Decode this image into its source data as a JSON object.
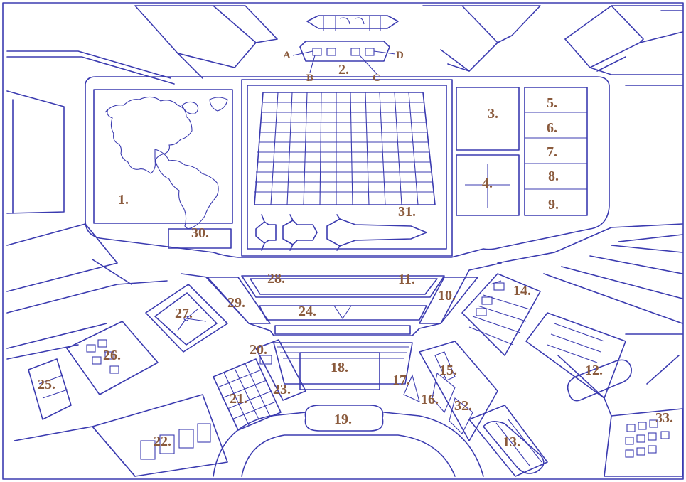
{
  "colors": {
    "line": "#3b3bb0",
    "label": "#8a5a3c",
    "background": "#ffffff"
  },
  "connector_letters": {
    "a": "A",
    "b": "B",
    "c": "C",
    "d": "D"
  },
  "labels": {
    "n1": "1.",
    "n2": "2.",
    "n3": "3.",
    "n4": "4.",
    "n5": "5.",
    "n6": "6.",
    "n7": "7.",
    "n8": "8.",
    "n9": "9.",
    "n10": "10.",
    "n11": "11.",
    "n12": "12.",
    "n13": "13.",
    "n14": "14.",
    "n15": "15.",
    "n16": "16.",
    "n17": "17.",
    "n18": "18.",
    "n19": "19.",
    "n20": "20.",
    "n21": "21.",
    "n22": "22.",
    "n23": "23.",
    "n24": "24.",
    "n25": "25.",
    "n26": "26.",
    "n27": "27.",
    "n28": "28.",
    "n29": "29.",
    "n30": "30.",
    "n31": "31.",
    "n32": "32.",
    "n33": "33."
  }
}
